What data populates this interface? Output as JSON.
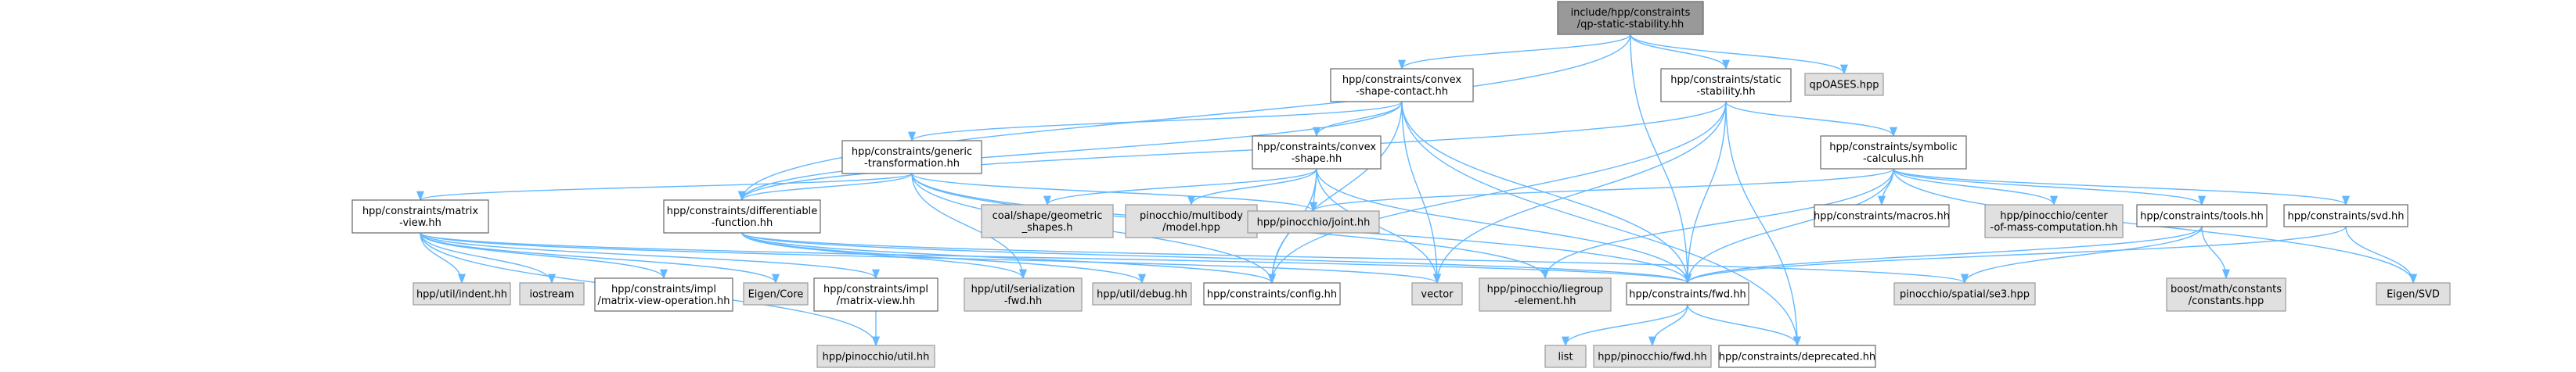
{
  "colors": {
    "root_fill": "#999999",
    "root_stroke": "#666666",
    "node_fill": "#ffffff",
    "node_stroke": "#666666",
    "ext_fill": "#e0e0e0",
    "ext_stroke": "#999999",
    "edge": "#63b8ff",
    "text": "#000000"
  },
  "nodes": [
    {
      "id": "root",
      "label": [
        "include/hpp/constraints",
        "/qp-static-stability.hh"
      ],
      "kind": "root"
    },
    {
      "id": "convexshapecontact",
      "label": [
        "hpp/constraints/convex",
        "-shape-contact.hh"
      ],
      "kind": "doc"
    },
    {
      "id": "staticstability",
      "label": [
        "hpp/constraints/static",
        "-stability.hh"
      ],
      "kind": "doc"
    },
    {
      "id": "qpoases",
      "label": [
        "qpOASES.hpp"
      ],
      "kind": "ext"
    },
    {
      "id": "generictransform",
      "label": [
        "hpp/constraints/generic",
        "-transformation.hh"
      ],
      "kind": "doc"
    },
    {
      "id": "convexshape",
      "label": [
        "hpp/constraints/convex",
        "-shape.hh"
      ],
      "kind": "doc"
    },
    {
      "id": "symbolic",
      "label": [
        "hpp/constraints/symbolic",
        "-calculus.hh"
      ],
      "kind": "doc"
    },
    {
      "id": "matrixview",
      "label": [
        "hpp/constraints/matrix",
        "-view.hh"
      ],
      "kind": "doc"
    },
    {
      "id": "difffunction",
      "label": [
        "hpp/constraints/differentiable",
        "-function.hh"
      ],
      "kind": "doc"
    },
    {
      "id": "coal",
      "label": [
        "coal/shape/geometric",
        "_shapes.h"
      ],
      "kind": "ext"
    },
    {
      "id": "pinmodel",
      "label": [
        "pinocchio/multibody",
        "/model.hpp"
      ],
      "kind": "ext"
    },
    {
      "id": "pinjoint",
      "label": [
        "hpp/pinocchio/joint.hh"
      ],
      "kind": "ext"
    },
    {
      "id": "macros",
      "label": [
        "hpp/constraints/macros.hh"
      ],
      "kind": "doc"
    },
    {
      "id": "pincom",
      "label": [
        "hpp/pinocchio/center",
        "-of-mass-computation.hh"
      ],
      "kind": "ext"
    },
    {
      "id": "tools",
      "label": [
        "hpp/constraints/tools.hh"
      ],
      "kind": "doc"
    },
    {
      "id": "svd",
      "label": [
        "hpp/constraints/svd.hh"
      ],
      "kind": "doc"
    },
    {
      "id": "indent",
      "label": [
        "hpp/util/indent.hh"
      ],
      "kind": "ext"
    },
    {
      "id": "iostream",
      "label": [
        "iostream"
      ],
      "kind": "ext"
    },
    {
      "id": "mvop",
      "label": [
        "hpp/constraints/impl",
        "/matrix-view-operation.hh"
      ],
      "kind": "doc"
    },
    {
      "id": "eigencore",
      "label": [
        "Eigen/Core"
      ],
      "kind": "ext"
    },
    {
      "id": "mvimpl",
      "label": [
        "hpp/constraints/impl",
        "/matrix-view.hh"
      ],
      "kind": "doc"
    },
    {
      "id": "serial",
      "label": [
        "hpp/util/serialization",
        "-fwd.hh"
      ],
      "kind": "ext"
    },
    {
      "id": "debug",
      "label": [
        "hpp/util/debug.hh"
      ],
      "kind": "ext"
    },
    {
      "id": "config",
      "label": [
        "hpp/constraints/config.hh"
      ],
      "kind": "doc"
    },
    {
      "id": "vector",
      "label": [
        "vector"
      ],
      "kind": "ext"
    },
    {
      "id": "liegroup",
      "label": [
        "hpp/pinocchio/liegroup",
        "-element.hh"
      ],
      "kind": "ext"
    },
    {
      "id": "fwd",
      "label": [
        "hpp/constraints/fwd.hh"
      ],
      "kind": "doc"
    },
    {
      "id": "se3",
      "label": [
        "pinocchio/spatial/se3.hpp"
      ],
      "kind": "ext"
    },
    {
      "id": "boostmath",
      "label": [
        "boost/math/constants",
        "/constants.hpp"
      ],
      "kind": "ext"
    },
    {
      "id": "eigensvd",
      "label": [
        "Eigen/SVD"
      ],
      "kind": "ext"
    },
    {
      "id": "pinutil",
      "label": [
        "hpp/pinocchio/util.hh"
      ],
      "kind": "ext"
    },
    {
      "id": "list",
      "label": [
        "list"
      ],
      "kind": "ext"
    },
    {
      "id": "pinfwd",
      "label": [
        "hpp/pinocchio/fwd.hh"
      ],
      "kind": "ext"
    },
    {
      "id": "deprecated",
      "label": [
        "hpp/constraints/deprecated.hh"
      ],
      "kind": "doc"
    }
  ]
}
